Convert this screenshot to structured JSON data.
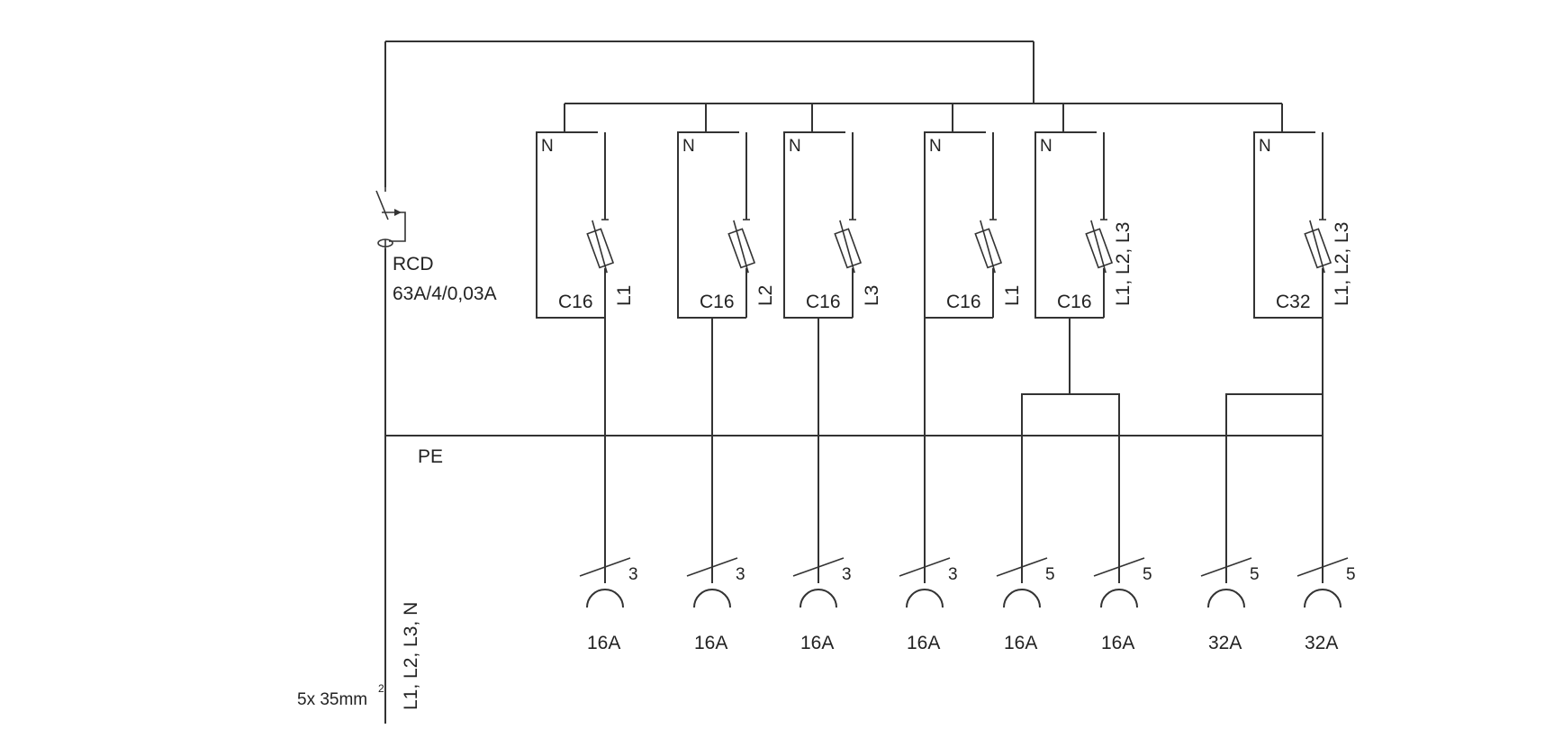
{
  "rcd": {
    "label": "RCD",
    "rating": "63A/4/0,03A"
  },
  "pe_label": "PE",
  "supply": {
    "phases": "L1, L2, L3, N",
    "cable": "5x 35mm",
    "cable_sup": "2"
  },
  "breakers": [
    {
      "n_label": "N",
      "rating": "C16",
      "phase": "L1"
    },
    {
      "n_label": "N",
      "rating": "C16",
      "phase": "L2"
    },
    {
      "n_label": "N",
      "rating": "C16",
      "phase": "L3"
    },
    {
      "n_label": "N",
      "rating": "C16",
      "phase": "L1"
    },
    {
      "n_label": "N",
      "rating": "C16",
      "phase": "L1, L2, L3"
    },
    {
      "n_label": "N",
      "rating": "C32",
      "phase": "L1, L2, L3"
    }
  ],
  "outlets": [
    {
      "poles": "3",
      "current": "16A"
    },
    {
      "poles": "3",
      "current": "16A"
    },
    {
      "poles": "3",
      "current": "16A"
    },
    {
      "poles": "3",
      "current": "16A"
    },
    {
      "poles": "5",
      "current": "16A"
    },
    {
      "poles": "5",
      "current": "16A"
    },
    {
      "poles": "5",
      "current": "32A"
    },
    {
      "poles": "5",
      "current": "32A"
    }
  ],
  "colors": {
    "line": "#333333",
    "text": "#222222",
    "background": "#ffffff"
  }
}
